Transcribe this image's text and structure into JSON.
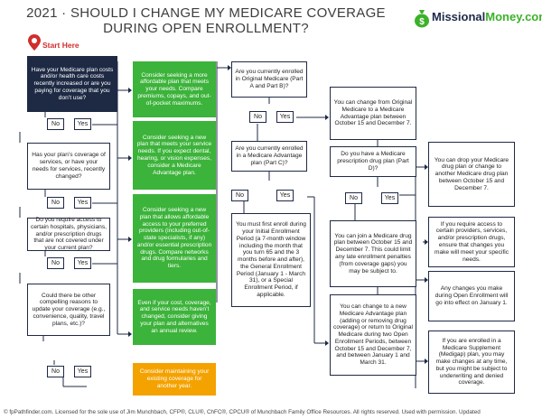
{
  "header": {
    "title": "2021 · SHOULD I CHANGE MY MEDICARE COVERAGE DURING OPEN ENROLLMENT?",
    "logo_part1": "Missional",
    "logo_part2": "Money.com",
    "start_label": "Start Here"
  },
  "labels": {
    "no": "No",
    "yes": "Yes"
  },
  "col1": {
    "q1": "Have your Medicare plan costs and/or health care costs recently increased or are you paying for coverage that you don’t use?",
    "q2": "Has your plan’s coverage of services, or have your needs for services, recently changed?",
    "q3": "Do you require access to certain hospitals, physicians, and/or prescription drugs that are not covered under your current plan?",
    "q4": "Could there be other compelling reasons to update your coverage (e.g., convenience, quality, travel plans, etc.)?"
  },
  "col2": {
    "a1": "Consider seeking a more affordable plan that meets your needs. Compare premiums, copays, and out-of-pocket maximums.",
    "a2": "Consider seeking a new plan that meets your service needs. If you expect dental, hearing, or vision expenses, consider a Medicare Advantage plan.",
    "a3": "Consider seeking a new plan that allows affordable access to your preferred providers (including out-of-state specialists, if any) and/or essential prescription drugs. Compare networks and drug formularies and tiers.",
    "a4": "Even if your cost, coverage, and service needs haven’t changed, consider giving your plan and alternatives an annual review.",
    "a5": "Consider maintaining your existing coverage for another year."
  },
  "col3": {
    "q5": "Are you currently enrolled in Original Medicare (Part A and Part B)?",
    "q6": "Are you currently enrolled in a Medicare Advantage plan (Part C)?",
    "info1": "You must first enroll during your Initial Enrollment Period (a 7-month window including the month that you turn 65 and the 3 months before and after), the General Enrollment Period (January 1 - March 31), or a Special Enrollment Period, if applicable."
  },
  "col4": {
    "c1": "You can change from Original Medicare to a Medicare Advantage plan between October 15 and December 7.",
    "q7": "Do you have a Medicare prescription drug plan (Part D)?",
    "c2": "You can join a Medicare drug plan between October 15 and December 7. This could limit any late enrollment penalties (from coverage gaps) you may be subject to.",
    "c3": "You can change to a new Medicare Advantage plan (adding or removing drug coverage) or return to Original Medicare during two Open Enrollment Periods, between October 15 and December 7, and between January 1 and March 31."
  },
  "col5": {
    "c4": "You can drop your Medicare drug plan or change to another Medicare drug plan between October 15 and December 7.",
    "c5": "If you require access to certain providers, services, and/or prescription drugs, ensure that changes you make will meet your specific needs.",
    "c6": "Any changes you make during Open Enrollment will go into effect on January 1.",
    "c7": "If you are enrolled in a Medicare Supplement (Medigap) plan, you may make changes at any time, but you might be subject to underwriting and denied coverage."
  },
  "footer": {
    "text": "© fpPathfinder.com. Licensed for the sole use of Jim Munchbach, CFP®, CLU®, ChFC®, CPCU® of Munchbach Family Office Resources. All rights reserved. Used with permission. Updated"
  },
  "colors": {
    "navy": "#1e2a44",
    "green": "#3cb33a",
    "orange": "#f4a200",
    "start_red": "#d12d2d"
  }
}
